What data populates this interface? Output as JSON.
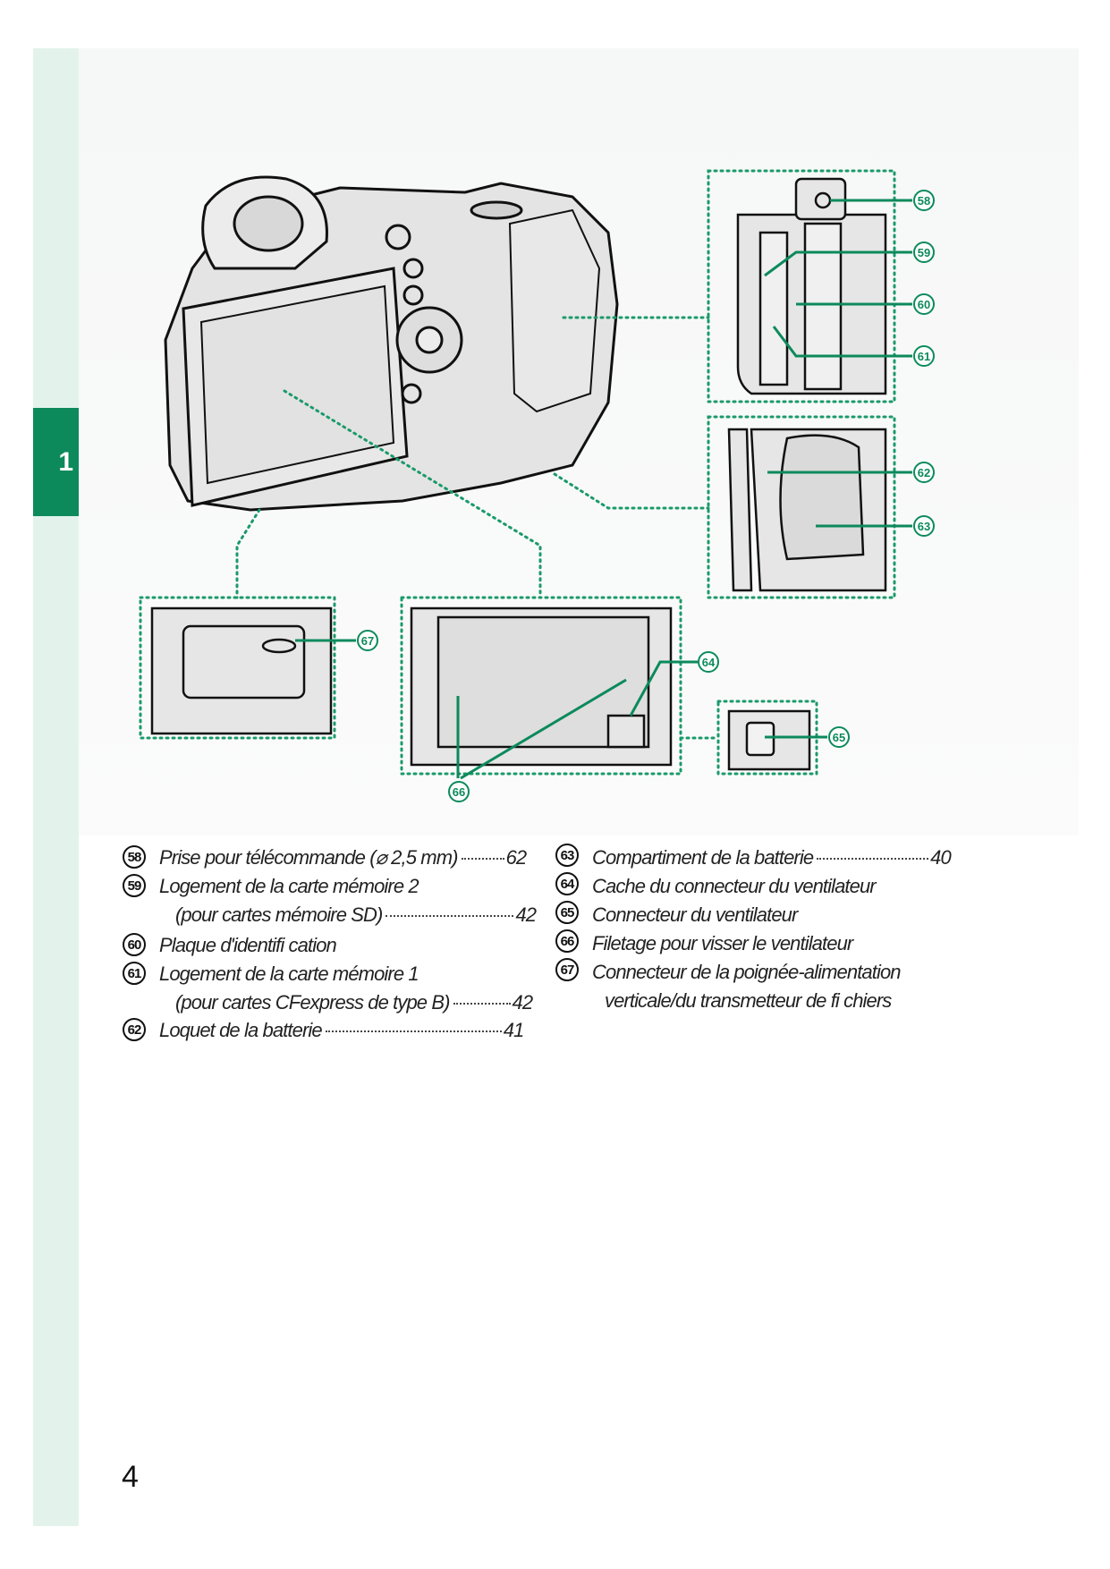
{
  "chapter_tab": "1",
  "page_number": "4",
  "callouts": [
    "58",
    "59",
    "60",
    "61",
    "62",
    "63",
    "64",
    "65",
    "66",
    "67"
  ],
  "left_items": [
    {
      "num": "58",
      "lines": [
        {
          "text": "Prise pour télécommande (⌀ 2,5 mm)",
          "page": "62"
        }
      ]
    },
    {
      "num": "59",
      "lines": [
        {
          "text": "Logement de la carte mémoire 2",
          "page": ""
        },
        {
          "text": "(pour cartes mémoire SD)",
          "page": "42"
        }
      ]
    },
    {
      "num": "60",
      "lines": [
        {
          "text": "Plaque d'identifi cation",
          "page": ""
        }
      ]
    },
    {
      "num": "61",
      "lines": [
        {
          "text": "Logement de la carte mémoire 1",
          "page": ""
        },
        {
          "text": "(pour cartes CFexpress de type B)",
          "page": "42"
        }
      ]
    },
    {
      "num": "62",
      "lines": [
        {
          "text": "Loquet de la batterie",
          "page": "41"
        }
      ]
    }
  ],
  "right_items": [
    {
      "num": "63",
      "lines": [
        {
          "text": "Compartiment de la batterie",
          "page": "40"
        }
      ]
    },
    {
      "num": "64",
      "lines": [
        {
          "text": "Cache du connecteur du ventilateur",
          "page": ""
        }
      ]
    },
    {
      "num": "65",
      "lines": [
        {
          "text": "Connecteur du ventilateur",
          "page": ""
        }
      ]
    },
    {
      "num": "66",
      "lines": [
        {
          "text": "Filetage pour visser le ventilateur",
          "page": ""
        }
      ]
    },
    {
      "num": "67",
      "lines": [
        {
          "text": "Connecteur de la poignée-alimentation",
          "page": ""
        },
        {
          "text": "verticale/du transmetteur de fi chiers",
          "page": ""
        }
      ]
    }
  ],
  "colors": {
    "accent": "#0c8a5c",
    "strip": "#e3f3ec"
  }
}
